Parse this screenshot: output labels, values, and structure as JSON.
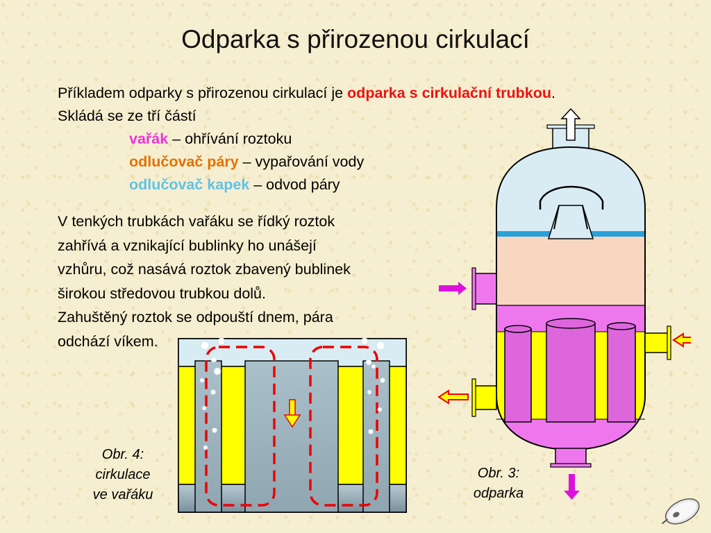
{
  "slide": {
    "title": "Odparka s přirozenou cirkulací",
    "intro": {
      "text1": "Příkladem odparky s přirozenou cirkulací je ",
      "highlight": "odparka s cirkulační trubkou",
      "text2": ".",
      "line2": "Skládá se ze tří částí",
      "parts": [
        {
          "name": "vařák",
          "desc": " – ohřívání roztoku",
          "color": "#ee33dd"
        },
        {
          "name": "odlučovač páry",
          "desc": " – vypařování vody",
          "color": "#e27100"
        },
        {
          "name": "odlučovač kapek",
          "desc": " – odvod páry",
          "color": "#5fc3e4"
        }
      ]
    },
    "paragraph": [
      "V tenkých trubkách vařáku se řídký roztok",
      "zahřívá a vznikající bublinky ho unášejí",
      "vzhůru, což nasává roztok zbavený bublinek",
      "širokou středovou trubkou dolů.",
      "Zahuštěný roztok se odpouští dnem, pára",
      "odchází víkem."
    ],
    "caption4": [
      "Obr. 4:",
      "cirkulace",
      "ve vařáku"
    ],
    "caption3": [
      "Obr. 3:",
      "odparka"
    ]
  },
  "colors": {
    "background": "#f6eed0",
    "highlight_red": "#ee1111",
    "pink": "#ee77ee",
    "peach": "#f8d6c0",
    "light_blue": "#d9ecf3",
    "yellow": "#ffff00",
    "steel": "#8aa4b0"
  },
  "icons": [
    "mouse-icon",
    "arrow-up-icon",
    "arrow-right-icon",
    "arrow-left-icon",
    "arrow-down-icon"
  ]
}
